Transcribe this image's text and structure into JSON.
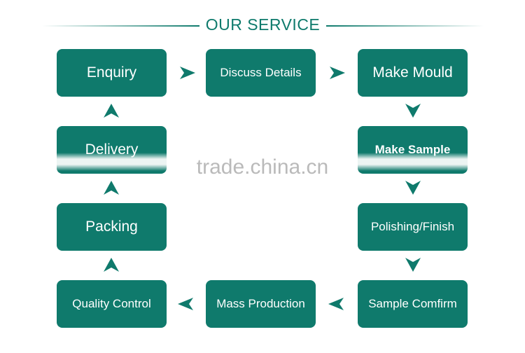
{
  "title": "OUR SERVICE",
  "steps": {
    "enquiry": "Enquiry",
    "discuss_details": "Discuss Details",
    "make_mould": "Make Mould",
    "make_sample": "Make Sample",
    "polishing_finish": "Polishing/Finish",
    "sample_confirm": "Sample Comfirm",
    "mass_production": "Mass Production",
    "quality_control": "Quality Control",
    "packing": "Packing",
    "delivery": "Delivery"
  },
  "watermark": "trade.china.cn",
  "colors": {
    "box": "#0f7a6c",
    "title": "#0e7a6c",
    "arrow": "#0f7a6c"
  },
  "arrow_icon": "triangle-arrow-icon"
}
